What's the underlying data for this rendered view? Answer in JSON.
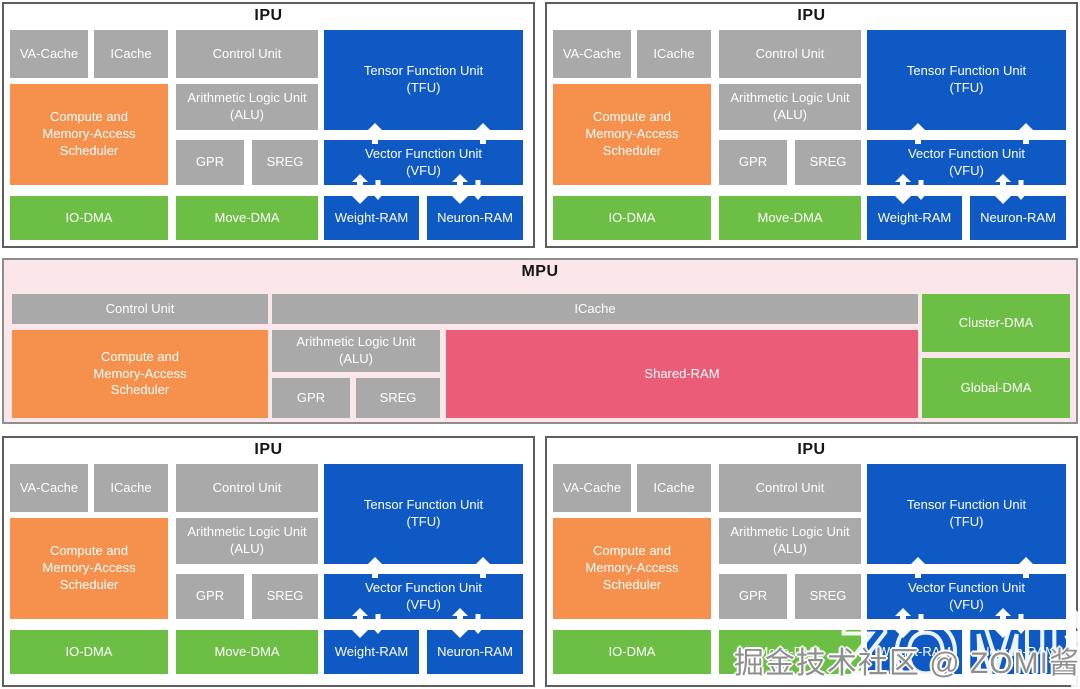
{
  "colors": {
    "gray": "#a9a9a9",
    "orange": "#f6914d",
    "green": "#6cbe44",
    "blue": "#0e59c3",
    "shared_ram_pink": "#eb5c78",
    "mpu_bg": "#fbe6e9",
    "ipu_border": "#5e5e5e",
    "mpu_border": "#8e8e8e"
  },
  "ipu": {
    "title": "IPU",
    "va_cache": "VA-Cache",
    "icache": "ICache",
    "control_unit": "Control Unit",
    "tfu": [
      "Tensor Function Unit",
      "(TFU)"
    ],
    "scheduler": [
      "Compute and",
      "Memory-Access",
      "Scheduler"
    ],
    "alu": [
      "Arithmetic Logic Unit",
      "(ALU)"
    ],
    "gpr": "GPR",
    "sreg": "SREG",
    "vfu": [
      "Vector Function Unit",
      "(VFU)"
    ],
    "io_dma": "IO-DMA",
    "move_dma": "Move-DMA",
    "weight_ram": "Weight-RAM",
    "neuron_ram": "Neuron-RAM"
  },
  "mpu": {
    "title": "MPU",
    "control_unit": "Control Unit",
    "icache": "ICache",
    "scheduler": [
      "Compute and",
      "Memory-Access",
      "Scheduler"
    ],
    "alu": [
      "Arithmetic Logic Unit",
      "(ALU)"
    ],
    "gpr": "GPR",
    "sreg": "SREG",
    "shared_ram": "Shared-RAM",
    "cluster_dma": "Cluster-DMA",
    "global_dma": "Global-DMA"
  },
  "watermark": {
    "small": "掘金技术社区 @ ZOMI酱",
    "large": "ZOMI酱"
  }
}
